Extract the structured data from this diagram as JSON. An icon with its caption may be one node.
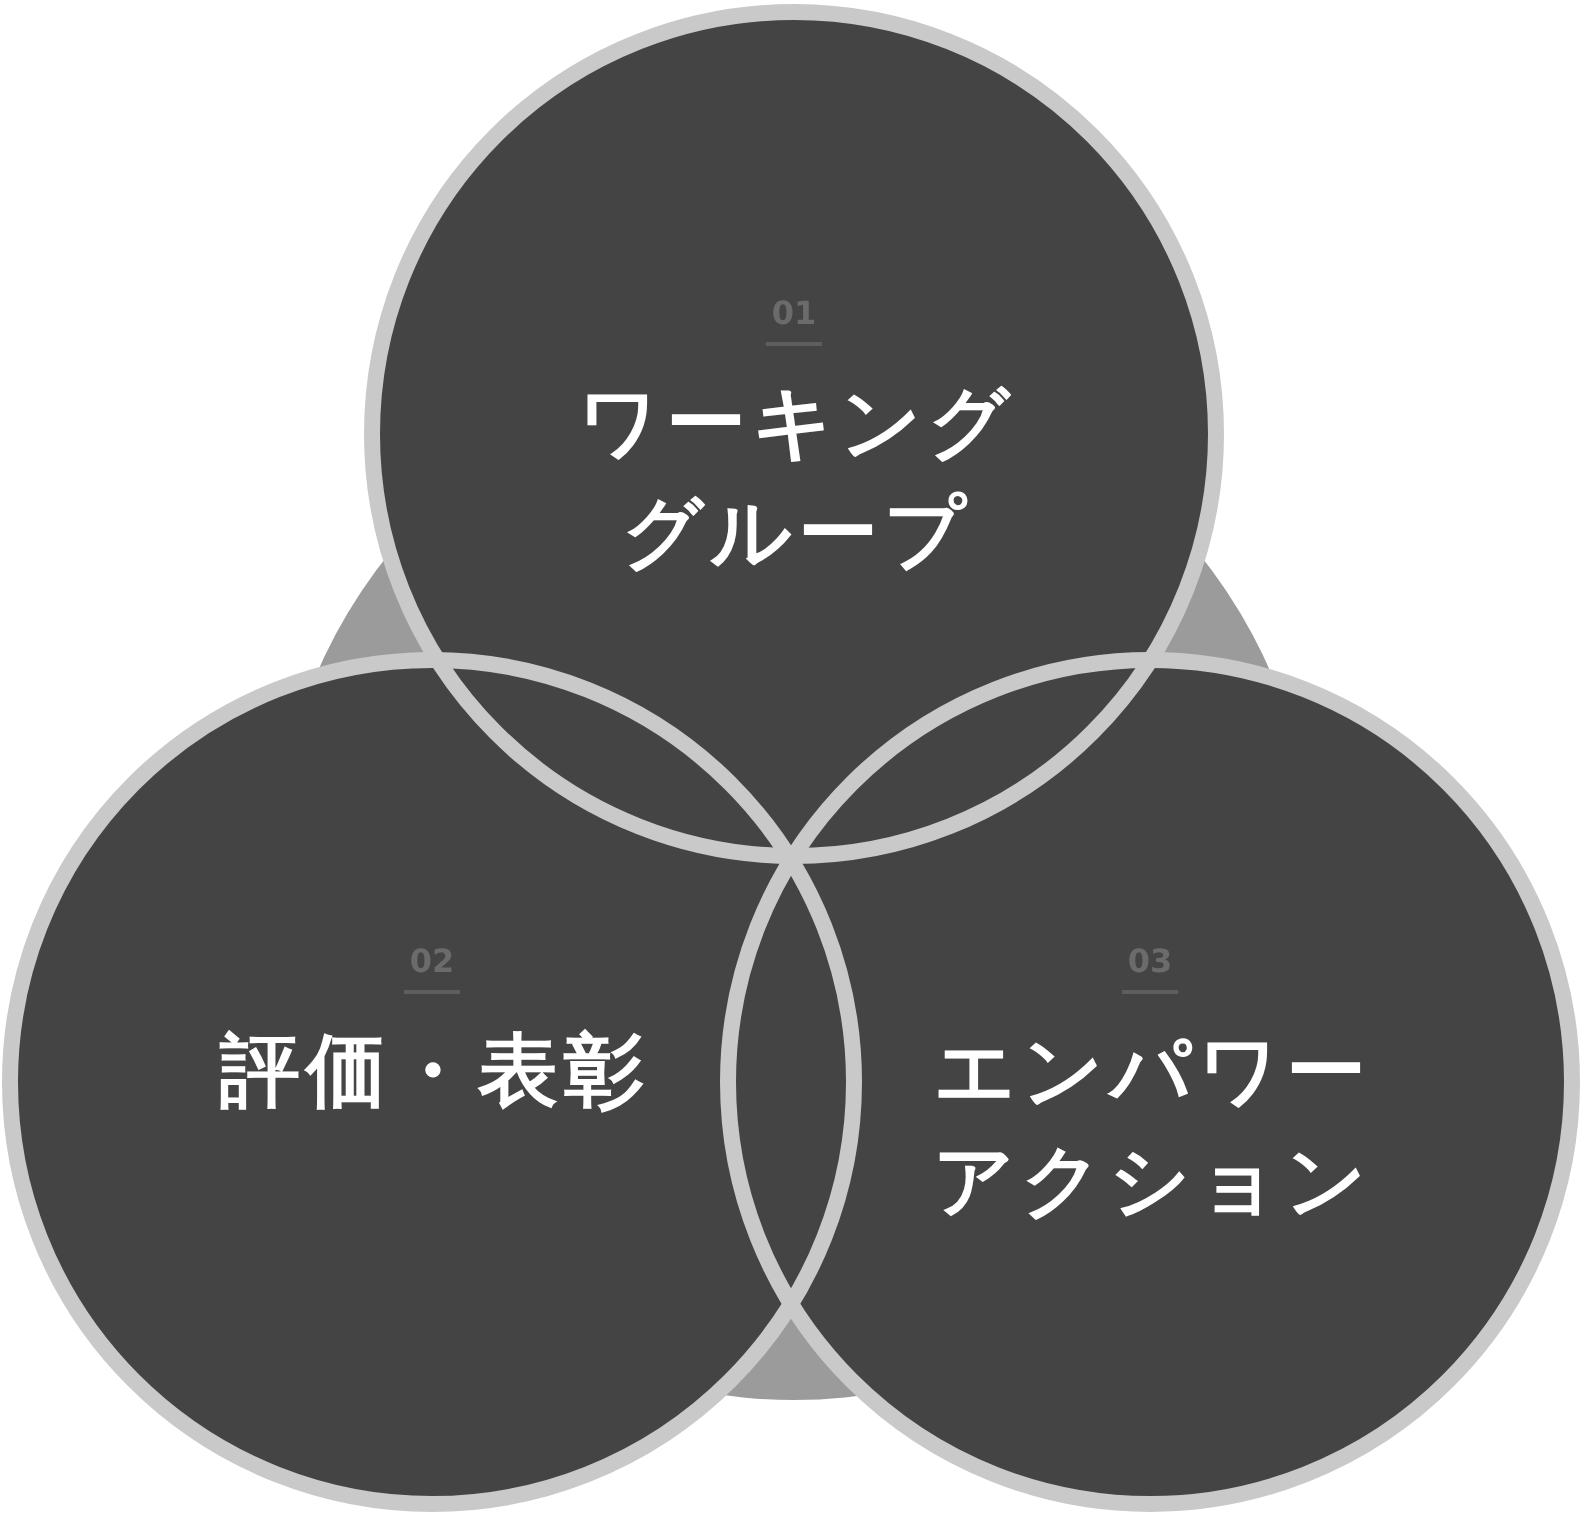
{
  "diagram": {
    "nodes": [
      {
        "text": [
          "01",
          "ワーキンググループ"
        ]
      },
      {
        "text": [
          "02",
          "評価・表彰"
        ]
      },
      {
        "text": [
          "03",
          "エンパワーアクション"
        ]
      }
    ]
  }
}
